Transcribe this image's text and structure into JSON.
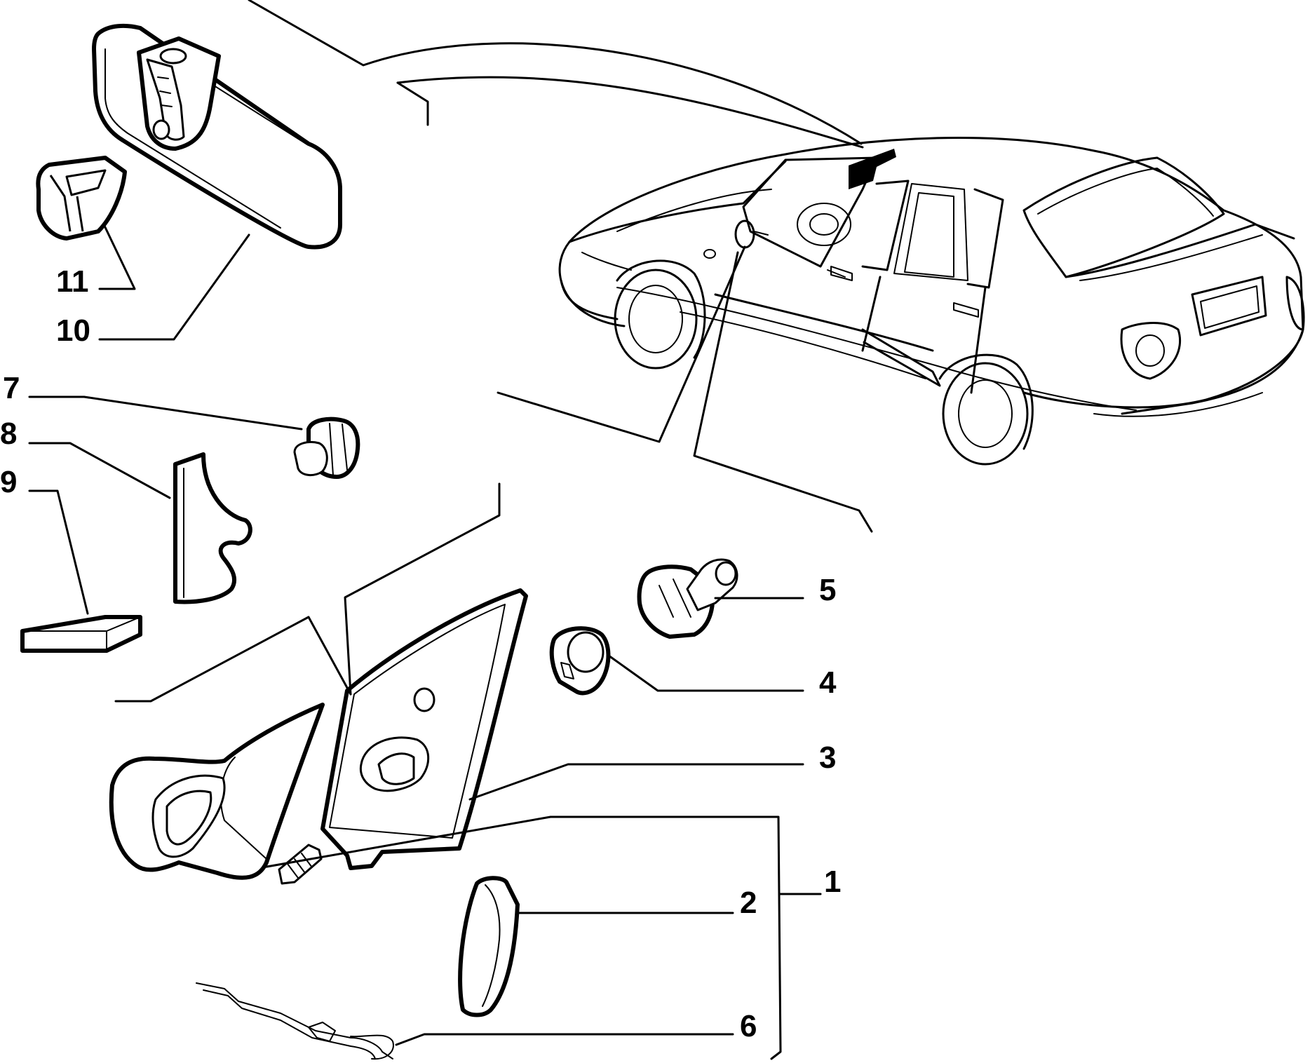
{
  "callouts": [
    {
      "id": "1",
      "label": "1"
    },
    {
      "id": "2",
      "label": "2"
    },
    {
      "id": "3",
      "label": "3"
    },
    {
      "id": "4",
      "label": "4"
    },
    {
      "id": "5",
      "label": "5"
    },
    {
      "id": "6",
      "label": "6"
    },
    {
      "id": "7",
      "label": "7"
    },
    {
      "id": "8",
      "label": "8"
    },
    {
      "id": "9",
      "label": "9"
    },
    {
      "id": "10",
      "label": "10"
    },
    {
      "id": "11",
      "label": "11"
    }
  ],
  "parts": {
    "car": "sedan-car-illustration",
    "rearview_mirror": "interior-rearview-mirror",
    "mirror_clip": "mirror-mounting-clip",
    "door_mirror": "exterior-door-mirror-assembly",
    "mirror_glass": "mirror-glass",
    "mirror_base": "mirror-triangular-base",
    "seal_ring": "mirror-seal-ring",
    "adjuster_knob": "mirror-adjuster-knob",
    "cable": "mirror-control-cable",
    "plug": "trim-plug",
    "trim_cover": "trim-cover-piece",
    "pad": "adhesive-pad"
  }
}
